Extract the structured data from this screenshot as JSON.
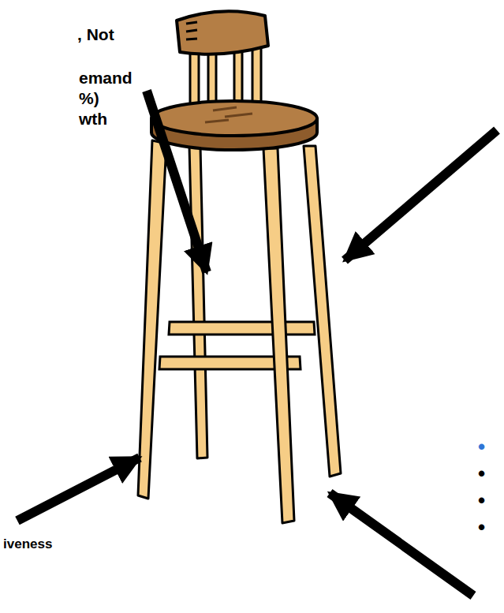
{
  "diagram": {
    "labels": [
      ", Not",
      "emand",
      "%)",
      "wth",
      "•",
      "•",
      "•",
      "•",
      "iveness"
    ]
  }
}
